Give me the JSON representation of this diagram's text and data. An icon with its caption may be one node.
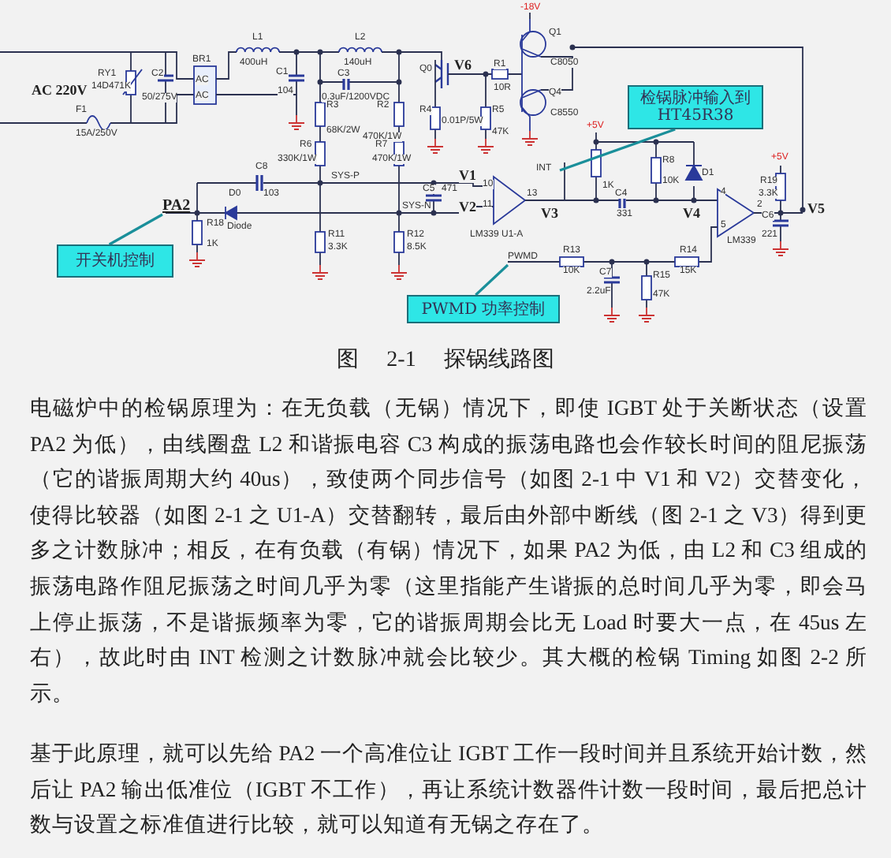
{
  "diagram": {
    "caption": "图 2-1 探锅线路图",
    "nodes": [
      {
        "text": [
          "检锅脉冲输入到 HT45R38"
        ]
      },
      {
        "text": [
          "INT"
        ]
      },
      {
        "text": [
          "PA2"
        ]
      },
      {
        "text": [
          "开关机控制"
        ]
      },
      {
        "text": [
          "PWMD"
        ]
      },
      {
        "text": [
          "PWMD 功率控制"
        ]
      }
    ],
    "edges": [
      {
        "from": 0,
        "to": 1,
        "arrow": "none"
      },
      {
        "from": 3,
        "to": 2,
        "arrow": "none"
      },
      {
        "from": 5,
        "to": 4,
        "arrow": "none"
      }
    ],
    "labels": [
      "AC 220V",
      "RY1",
      "14D471K",
      "C2",
      "50/275V",
      "F1",
      "15A/250V",
      "BR1",
      "AC",
      "AC",
      "L1",
      "400uH",
      "C1",
      "104",
      "L2",
      "140uH",
      "C3",
      "0.3uF/1200VDC",
      "Q0",
      "R3",
      "68K/2W",
      "R2",
      "470K/1W",
      "R4",
      "0.01P/5W",
      "R6",
      "330K/1W",
      "R7",
      "470K/1W",
      "C8",
      "103",
      "SYS-P",
      "SYS-N",
      "C5",
      "471",
      "D0",
      "Diode",
      "R18",
      "1K",
      "R11",
      "3.3K",
      "R12",
      "8.5K",
      "-18V",
      "Q1",
      "C8050",
      "Q4",
      "C8550",
      "V6",
      "R1",
      "10R",
      "R5",
      "47K",
      "V1",
      "V2",
      "10",
      "11",
      "13",
      "V3",
      "LM339 U1-A",
      "+5V",
      "1K",
      "C4",
      "331",
      "R8",
      "10K",
      "D1",
      "V4",
      "+5V",
      "R19",
      "3.3K",
      "4",
      "5",
      "2",
      "LM339",
      "C6",
      "221",
      "V5",
      "R13",
      "10K",
      "C7",
      "2.2uF",
      "R15",
      "47K",
      "R14",
      "15K",
      "电磁炉中的检锅原理为：在无负载（无锅）情况下，即使 IGBT 处于关断状态（设置 PA2 为低），由线圈盘 L2 和谐振电容 C3 构成的振荡电路也会作较长时间的阻尼振荡（它的谐振周期大约 40us），致使两个同步信号（如图 2-1 中 V1 和 V2）交替变化，使得比较器（如图 2-1 之 U1-A）交替翻转，最后由外部中断线（图 2-1 之 V3）得到更多之计数脉冲；相反，在有负载（有锅）情况下，如果 PA2 为低，由 L2 和 C3 组成的振荡电路作阻尼振荡之时间几乎为零（这里指能产生谐振的总时间几乎为零，即会马上停止振荡，不是谐振频率为零，它的谐振周期会比无 Load 时要大一点，在 45us 左右），故此时由 INT 检测之计数脉冲就会比较少。其大概的检锅 Timing 如图 2-2 所示。",
      "基于此原理，就可以先给 PA2 一个高准位让 IGBT 工作一段时间并且系统开始计数，然后让 PA2 输出低准位（IGBT 不工作），再让系统计数器件计数一段时间，最后把总计数与设置之标准值进行比较，就可以知道有无锅之存在了。"
    ]
  }
}
